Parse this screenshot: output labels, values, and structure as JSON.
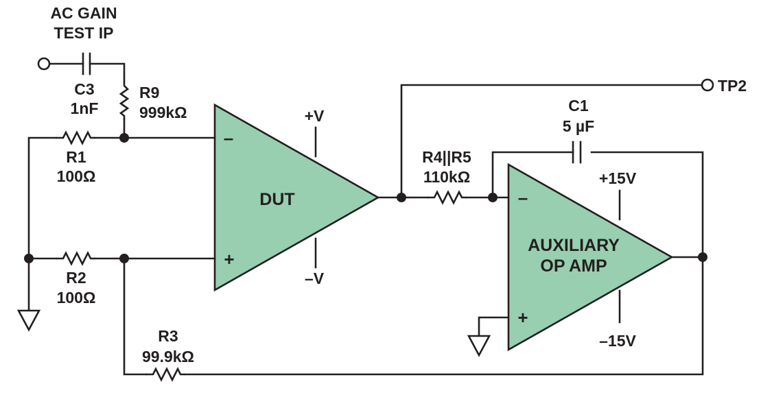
{
  "colors": {
    "amp_fill": "#98cfb0",
    "line": "#231f20"
  },
  "input": {
    "line1": "AC GAIN",
    "line2": "TEST IP"
  },
  "c3": {
    "name": "C3",
    "value": "1nF"
  },
  "r9": {
    "name": "R9",
    "value": "999kΩ"
  },
  "r1": {
    "name": "R1",
    "value": "100Ω"
  },
  "r2": {
    "name": "R2",
    "value": "100Ω"
  },
  "r3": {
    "name": "R3",
    "value": "99.9kΩ"
  },
  "r45": {
    "name": "R4||R5",
    "value": "110kΩ"
  },
  "c1": {
    "name": "C1",
    "value": "5 µF"
  },
  "tp2": {
    "label": "TP2"
  },
  "dut": {
    "label": "DUT",
    "supply_pos": "+V",
    "supply_neg": "–V",
    "inv": "–",
    "noninv": "+"
  },
  "aux": {
    "label_line1": "AUXILIARY",
    "label_line2": "OP AMP",
    "supply_pos": "+15V",
    "supply_neg": "–15V",
    "inv": "–",
    "noninv": "+"
  }
}
